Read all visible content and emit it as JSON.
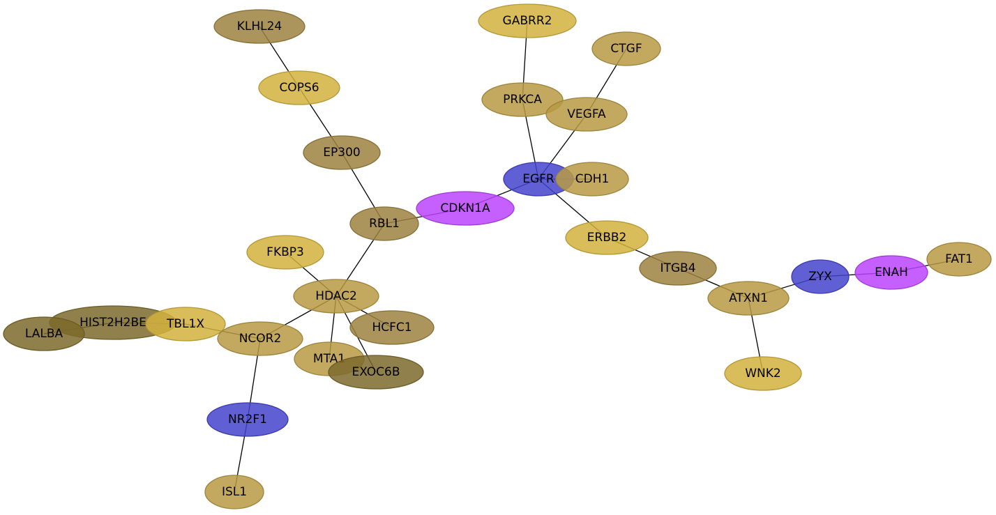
{
  "colors": {
    "gold": "#d4b23e",
    "khaki": "#b89a44",
    "olive": "#9c8240",
    "dark_olive": "#7d6a2c",
    "blue": "#4444cc",
    "purple": "#bb44ff"
  },
  "nodes": [
    {
      "id": "KLHL24",
      "label": "KLHL24",
      "color": "olive"
    },
    {
      "id": "COPS6",
      "label": "COPS6",
      "color": "gold"
    },
    {
      "id": "EP300",
      "label": "EP300",
      "color": "olive"
    },
    {
      "id": "RBL1",
      "label": "RBL1",
      "color": "olive"
    },
    {
      "id": "CDKN1A",
      "label": "CDKN1A",
      "color": "purple"
    },
    {
      "id": "GABRR2",
      "label": "GABRR2",
      "color": "gold"
    },
    {
      "id": "CTGF",
      "label": "CTGF",
      "color": "khaki"
    },
    {
      "id": "PRKCA",
      "label": "PRKCA",
      "color": "khaki"
    },
    {
      "id": "VEGFA",
      "label": "VEGFA",
      "color": "khaki"
    },
    {
      "id": "EGFR",
      "label": "EGFR",
      "color": "blue"
    },
    {
      "id": "CDH1",
      "label": "CDH1",
      "color": "khaki"
    },
    {
      "id": "ERBB2",
      "label": "ERBB2",
      "color": "gold"
    },
    {
      "id": "ITGB4",
      "label": "ITGB4",
      "color": "olive"
    },
    {
      "id": "ATXN1",
      "label": "ATXN1",
      "color": "khaki"
    },
    {
      "id": "ZYX",
      "label": "ZYX",
      "color": "blue"
    },
    {
      "id": "ENAH",
      "label": "ENAH",
      "color": "purple"
    },
    {
      "id": "FAT1",
      "label": "FAT1",
      "color": "khaki"
    },
    {
      "id": "WNK2",
      "label": "WNK2",
      "color": "gold"
    },
    {
      "id": "FKBP3",
      "label": "FKBP3",
      "color": "gold"
    },
    {
      "id": "HDAC2",
      "label": "HDAC2",
      "color": "khaki"
    },
    {
      "id": "HCFC1",
      "label": "HCFC1",
      "color": "olive"
    },
    {
      "id": "HIST2H2BE",
      "label": "HIST2H2BE",
      "color": "dark_olive"
    },
    {
      "id": "LALBA",
      "label": "LALBA",
      "color": "dark_olive"
    },
    {
      "id": "TBL1X",
      "label": "TBL1X",
      "color": "gold"
    },
    {
      "id": "NCOR2",
      "label": "NCOR2",
      "color": "khaki"
    },
    {
      "id": "MTA1",
      "label": "MTA1",
      "color": "khaki"
    },
    {
      "id": "EXOC6B",
      "label": "EXOC6B",
      "color": "dark_olive"
    },
    {
      "id": "NR2F1",
      "label": "NR2F1",
      "color": "blue"
    },
    {
      "id": "ISL1",
      "label": "ISL1",
      "color": "khaki"
    }
  ],
  "edges": [
    [
      "KLHL24",
      "COPS6"
    ],
    [
      "COPS6",
      "EP300"
    ],
    [
      "EP300",
      "RBL1"
    ],
    [
      "RBL1",
      "CDKN1A"
    ],
    [
      "RBL1",
      "HDAC2"
    ],
    [
      "CDKN1A",
      "EGFR"
    ],
    [
      "GABRR2",
      "PRKCA"
    ],
    [
      "PRKCA",
      "EGFR"
    ],
    [
      "CTGF",
      "VEGFA"
    ],
    [
      "VEGFA",
      "EGFR"
    ],
    [
      "EGFR",
      "CDH1"
    ],
    [
      "EGFR",
      "ERBB2"
    ],
    [
      "ERBB2",
      "ITGB4"
    ],
    [
      "ITGB4",
      "ATXN1"
    ],
    [
      "ATXN1",
      "ZYX"
    ],
    [
      "ATXN1",
      "WNK2"
    ],
    [
      "ZYX",
      "ENAH"
    ],
    [
      "ENAH",
      "FAT1"
    ],
    [
      "FKBP3",
      "HDAC2"
    ],
    [
      "HDAC2",
      "HCFC1"
    ],
    [
      "HDAC2",
      "NCOR2"
    ],
    [
      "HDAC2",
      "MTA1"
    ],
    [
      "HDAC2",
      "EXOC6B"
    ],
    [
      "NCOR2",
      "TBL1X"
    ],
    [
      "TBL1X",
      "HIST2H2BE"
    ],
    [
      "HIST2H2BE",
      "LALBA"
    ],
    [
      "NCOR2",
      "NR2F1"
    ],
    [
      "NR2F1",
      "ISL1"
    ]
  ]
}
